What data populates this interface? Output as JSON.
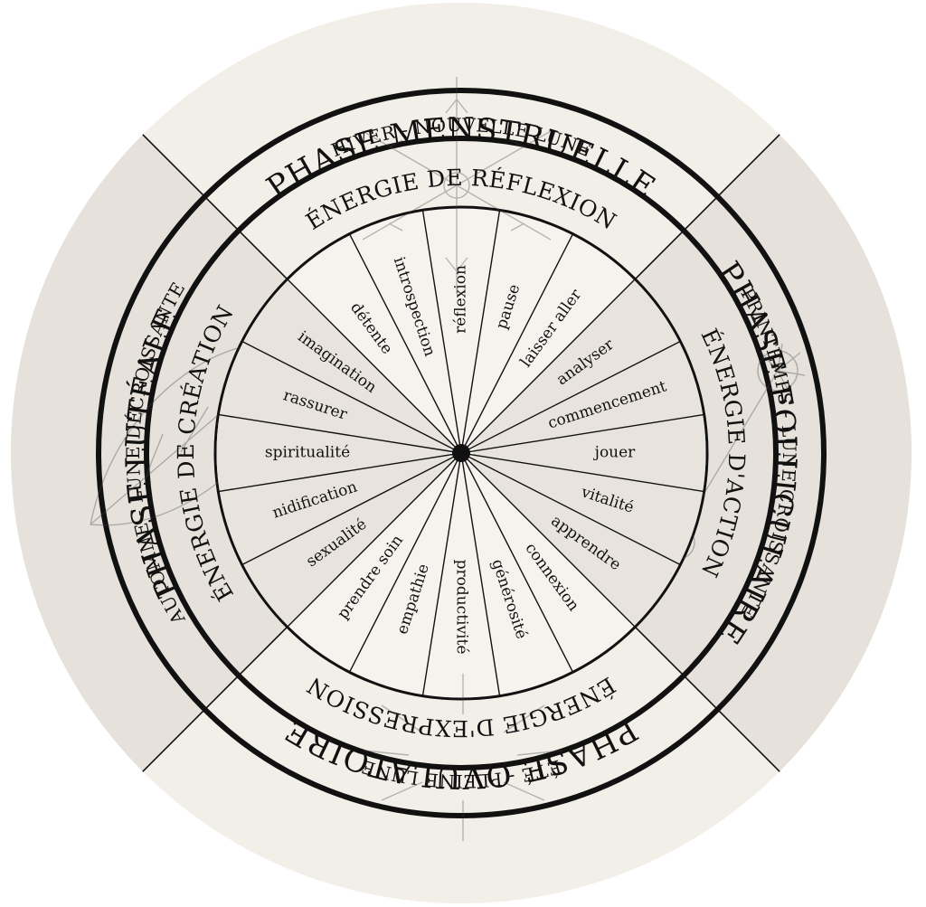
{
  "colors": {
    "background": "#ffffff",
    "ring_light": "#f2efe9",
    "ring_shaded": "#e6e2db",
    "inner_light": "#f6f3ee",
    "inner_shaded": "#e8e4dd",
    "line": "#111111"
  },
  "phases": {
    "top": "PHASE MENSTRUELLE",
    "right": "PHASE FOLLICULAIRE",
    "bottom": "PHASE OVULATOIRE",
    "left": "PHASE LUTÉALE"
  },
  "seasons": {
    "top": "HIVER - NOUVELLE LUNE",
    "right": "PRINTEMPS - LUNE CROISSANTE",
    "bottom": "ÉTÉ - PLEINE LUNE",
    "left": "AUTOMNE - LUNE DÉCROISSANTE"
  },
  "energies": {
    "top": "ÉNERGIE DE RÉFLEXION",
    "right": "ÉNERGIE D'ACTION",
    "bottom": "ÉNERGIE D'EXPRESSION",
    "left": "ÉNERGIE DE CRÉATION"
  },
  "words": [
    "réflexion",
    "pause",
    "laisser aller",
    "analyser",
    "commencement",
    "jouer",
    "vitalité",
    "apprendre",
    "connexion",
    "générosité",
    "productivité",
    "empathie",
    "prendre soin",
    "sexualité",
    "nidification",
    "spiritualité",
    "rassurer",
    "imagination",
    "détente",
    "introspection"
  ],
  "decorations": {
    "top": "snowflake-icon",
    "right": "dandelion-icon",
    "bottom": "sun-rays-icon",
    "left": "leaf-icon"
  }
}
